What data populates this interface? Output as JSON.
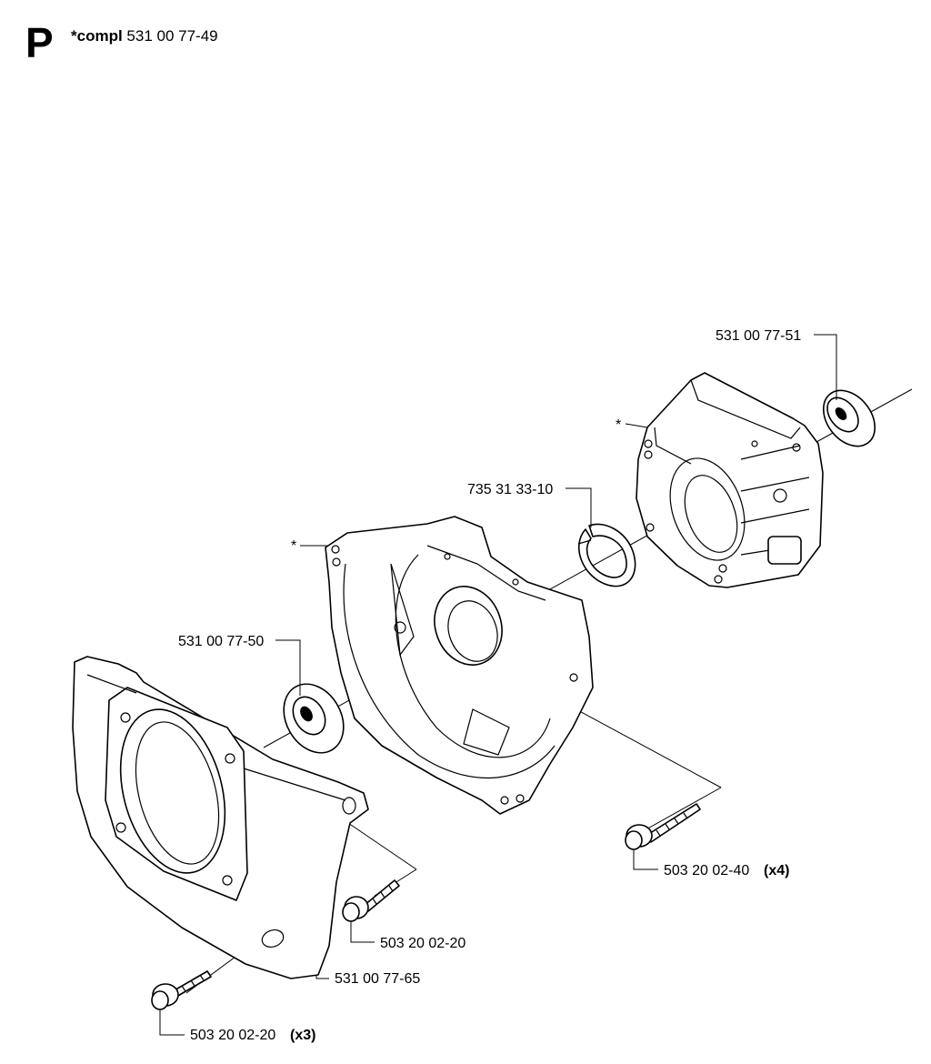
{
  "header": {
    "section_letter": "P",
    "compl_prefix": "*compl",
    "compl_number": "531 00 77-49"
  },
  "callouts": {
    "seal_right": {
      "number": "531 00 77-51"
    },
    "crankcase_right_star": {
      "mark": "*"
    },
    "circlip": {
      "number": "735 31 33-10"
    },
    "crankcase_left_star": {
      "mark": "*"
    },
    "seal_left": {
      "number": "531 00 77-50"
    },
    "screw_long": {
      "number": "503 20 02-40",
      "qty": "(x4)"
    },
    "screw_mid": {
      "number": "503 20 02-20"
    },
    "fan_housing": {
      "number": "531 00 77-65"
    },
    "screw_bottom": {
      "number": "503 20 02-20",
      "qty": "(x3)"
    }
  },
  "icons": [
    "crankcase-half-icon",
    "seal-ring-icon",
    "circlip-icon",
    "flange-screw-icon",
    "fan-housing-icon"
  ]
}
